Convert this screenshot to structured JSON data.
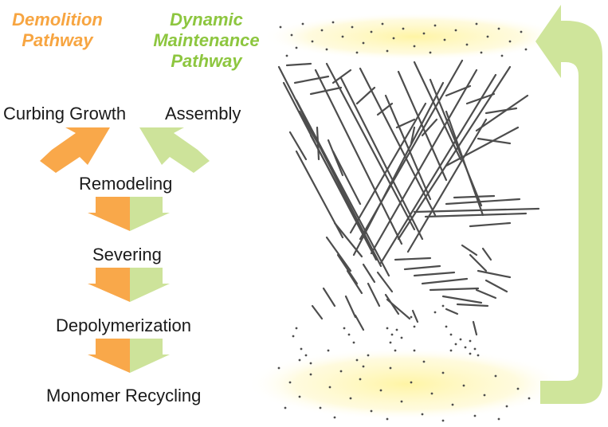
{
  "pathways": {
    "demolition": {
      "line1": "Demolition",
      "line2": "Pathway",
      "color": "#F7A541"
    },
    "maintenance": {
      "line1": "Dynamic",
      "line2": "Maintenance",
      "line3": "Pathway",
      "color": "#8DC63F"
    }
  },
  "stages": {
    "curbing_growth": "Curbing Growth",
    "assembly": "Assembly",
    "remodeling": "Remodeling",
    "severing": "Severing",
    "depolymerization": "Depolymerization",
    "monomer_recycling": "Monomer Recycling"
  },
  "colors": {
    "orange_arrow": "#F9A84A",
    "green_arrow": "#CDE39A",
    "cycle_arrow": "#CFE59B",
    "filament": "#4d4d4d",
    "monomer_glow": "#FFF6B0"
  }
}
